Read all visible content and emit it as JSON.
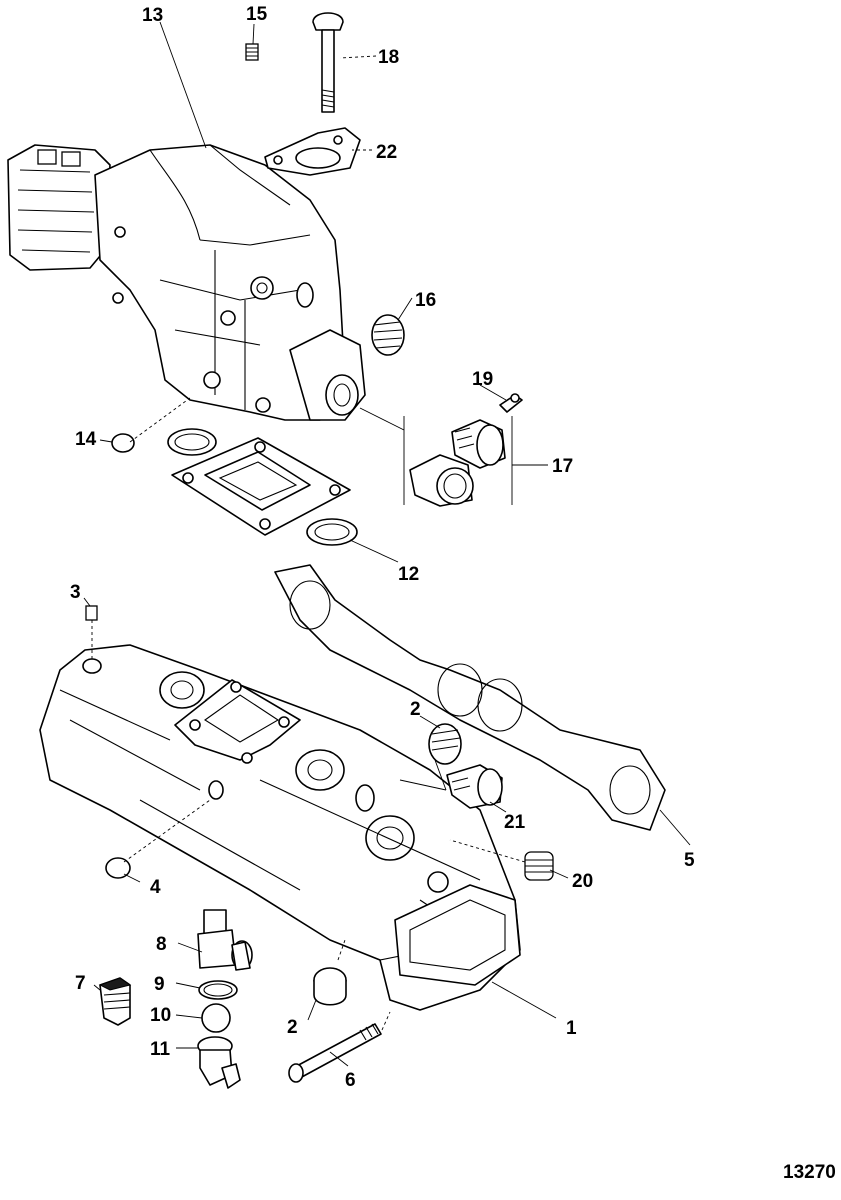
{
  "diagram": {
    "reference_number": "13270",
    "callouts": [
      {
        "id": "1",
        "label": "1"
      },
      {
        "id": "2a",
        "label": "2"
      },
      {
        "id": "2b",
        "label": "2"
      },
      {
        "id": "3",
        "label": "3"
      },
      {
        "id": "4",
        "label": "4"
      },
      {
        "id": "5",
        "label": "5"
      },
      {
        "id": "6",
        "label": "6"
      },
      {
        "id": "7",
        "label": "7"
      },
      {
        "id": "8",
        "label": "8"
      },
      {
        "id": "9",
        "label": "9"
      },
      {
        "id": "10",
        "label": "10"
      },
      {
        "id": "11",
        "label": "11"
      },
      {
        "id": "12",
        "label": "12"
      },
      {
        "id": "13",
        "label": "13"
      },
      {
        "id": "14",
        "label": "14"
      },
      {
        "id": "15",
        "label": "15"
      },
      {
        "id": "16",
        "label": "16"
      },
      {
        "id": "17",
        "label": "17"
      },
      {
        "id": "18",
        "label": "18"
      },
      {
        "id": "19",
        "label": "19"
      },
      {
        "id": "20",
        "label": "20"
      },
      {
        "id": "21",
        "label": "21"
      },
      {
        "id": "22",
        "label": "22"
      }
    ]
  }
}
